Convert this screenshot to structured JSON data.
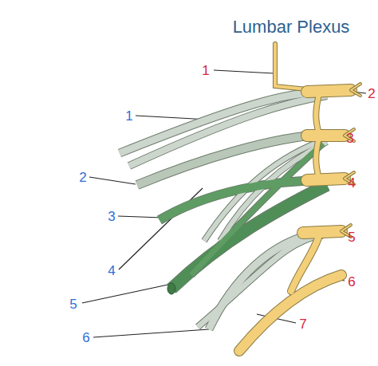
{
  "diagram": {
    "title": "Lumbar Plexus",
    "labels": [
      "1",
      "2",
      "3",
      "4",
      "5",
      "6",
      "7",
      "1",
      "2",
      "3",
      "4",
      "5",
      "6"
    ]
  }
}
